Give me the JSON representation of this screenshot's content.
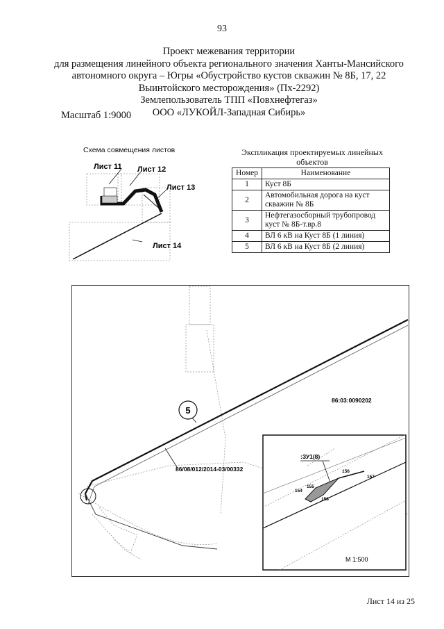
{
  "page_number": "93",
  "title_lines": [
    "Проект межевания территории",
    "для размещения линейного объекта регионального значения Ханты-Мансийского",
    "автономного округа – Югры «Обустройство кустов скважин № 8Б, 17, 22",
    "Выинтойского  месторождения» (Пх-2292)",
    "Землепользователь ТПП «Повхнефтегаз»",
    "ООО «ЛУКОЙЛ-Западная Сибирь»"
  ],
  "scale_label": "Масштаб 1:9000",
  "schema": {
    "caption": "Схема совмещения листов",
    "sheet_labels": [
      "Лист 11",
      "Лист 12",
      "Лист 13",
      "Лист 14"
    ]
  },
  "explication": {
    "caption_line1": "Экспликация проектируемых линейных",
    "caption_line2": "объектов",
    "headers": [
      "Номер",
      "Наименование"
    ],
    "rows": [
      {
        "num": "1",
        "name": "Куст 8Б"
      },
      {
        "num": "2",
        "name": "Автомобильная дорога на куст скважин № 8Б"
      },
      {
        "num": "3",
        "name": "Нефтегазосборный трубопровод куст № 8Б-т.вр.8"
      },
      {
        "num": "4",
        "name": "ВЛ 6 кВ на Куст 8Б (1 линия)"
      },
      {
        "num": "5",
        "name": "ВЛ 6 кВ на Куст 8Б (2 линия)"
      }
    ]
  },
  "map": {
    "object_marker": "5",
    "parcel_label": "86:03:0090202",
    "cadastral_label": "86/08/012/2014-03/00332",
    "inset": {
      "parcel_id": ":ЗУ1(8)",
      "points": [
        "154",
        "155",
        "156",
        "157",
        "158"
      ],
      "scale": "М 1:500"
    }
  },
  "footer": "Лист 14 из 25"
}
